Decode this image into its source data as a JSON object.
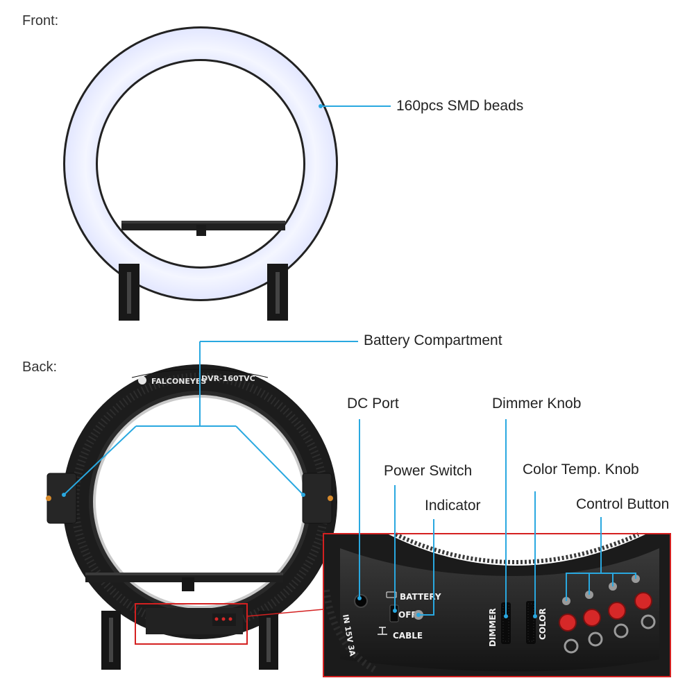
{
  "sections": {
    "front": "Front:",
    "back": "Back:"
  },
  "callouts": {
    "smd_beads": "160pcs SMD beads",
    "battery_compartment": "Battery Compartment",
    "dc_port": "DC Port",
    "power_switch": "Power Switch",
    "indicator": "Indicator",
    "dimmer_knob": "Dimmer Knob",
    "color_temp_knob": "Color Temp. Knob",
    "control_button": "Control Button"
  },
  "product": {
    "brand": "FALCONEYES",
    "model": "DVR-160TVC"
  },
  "panel_labels": {
    "input": "IN 15V 3A",
    "battery": "BATTERY",
    "off": "OFF",
    "cable": "CABLE",
    "dimmer": "DIMMER",
    "color": "COLOR"
  },
  "colors": {
    "callout_line": "#29a8e0",
    "detail_frame": "#d42020",
    "ring_light": "#f1f3ff",
    "ring_body": "#1c1c1c",
    "control_button": "#d62828"
  }
}
